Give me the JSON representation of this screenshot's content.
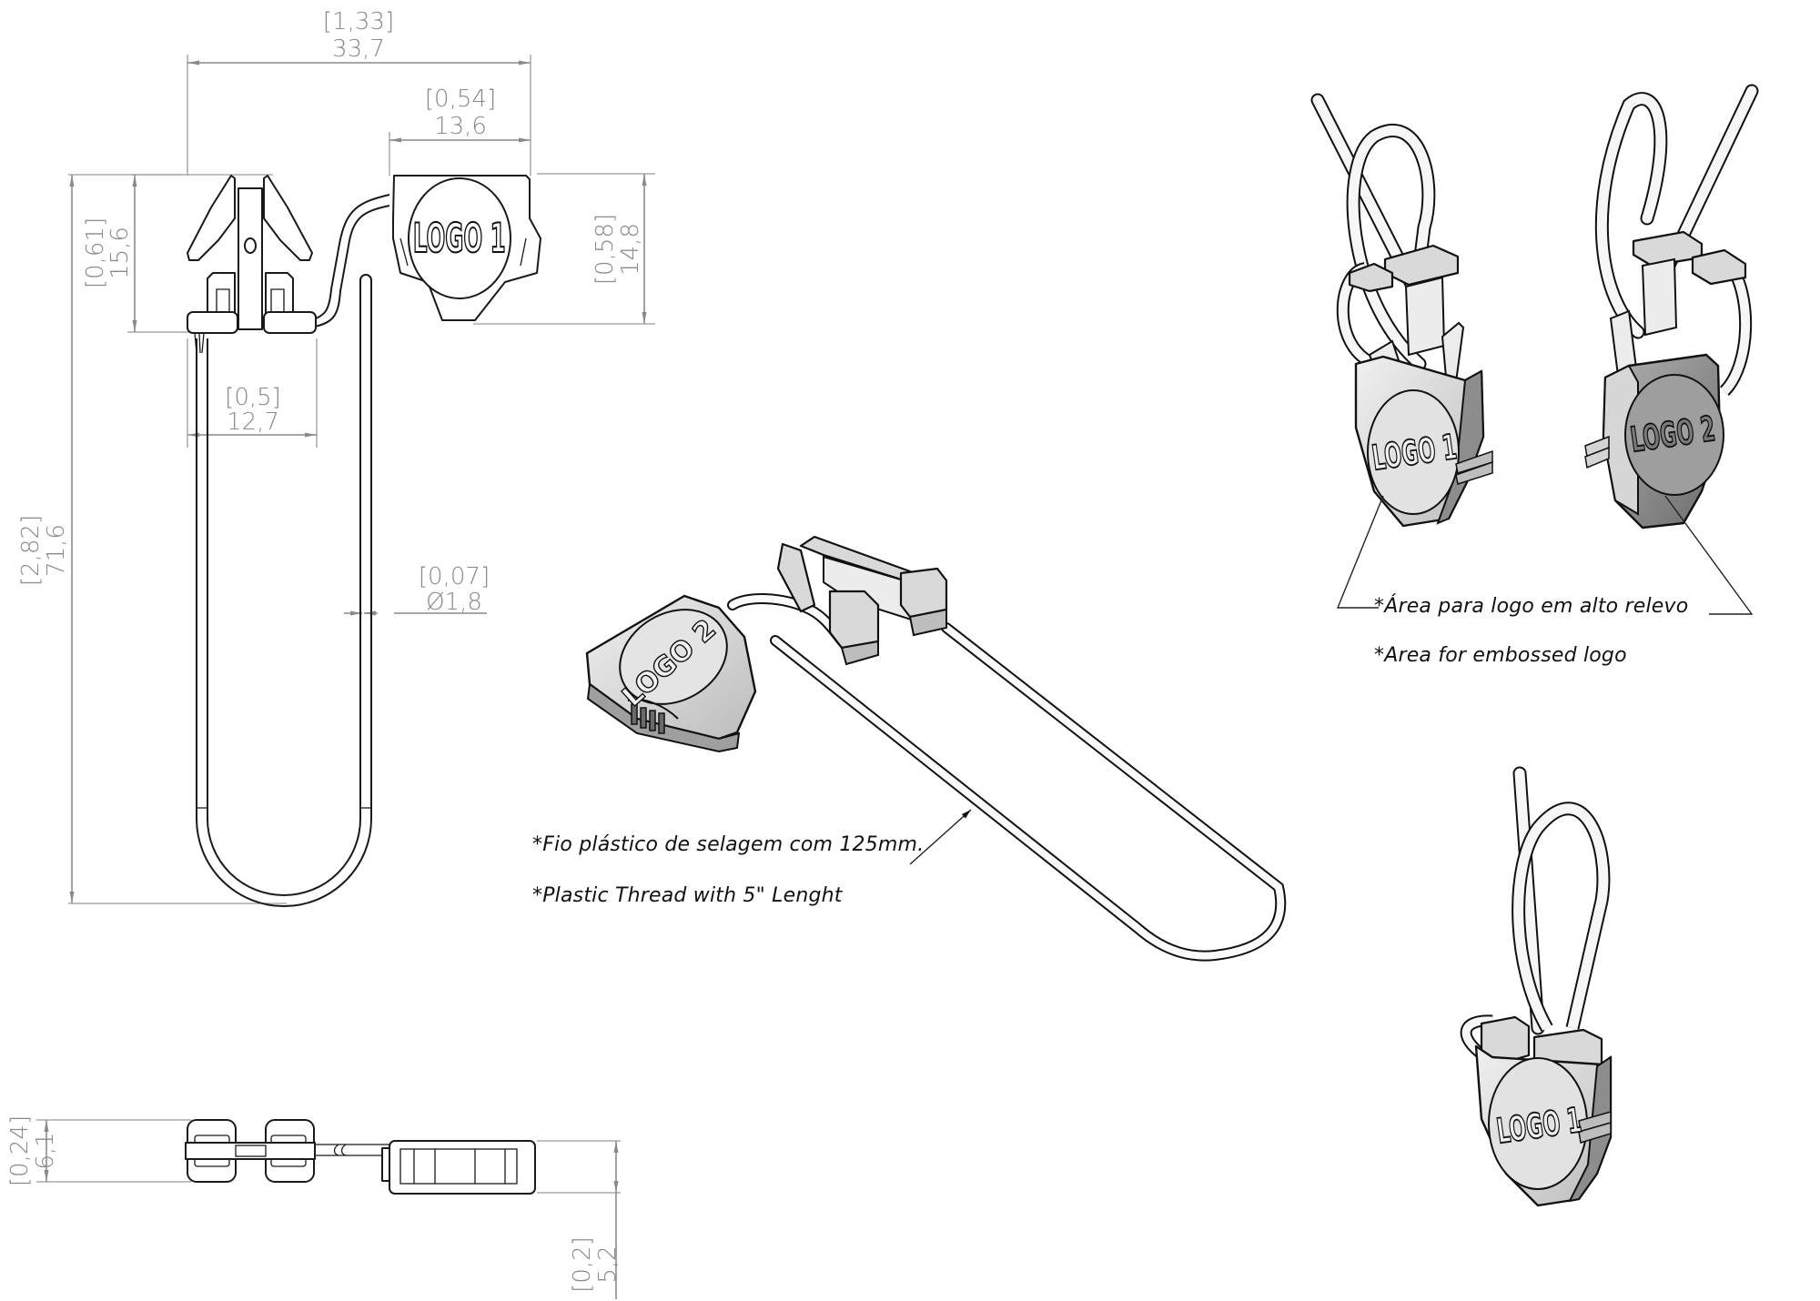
{
  "drawing": {
    "front_view": {
      "dimensions": {
        "overall_width": {
          "inch": "[1,33]",
          "mm": "33,7"
        },
        "logo_body_width": {
          "inch": "[0,54]",
          "mm": "13,6"
        },
        "clip_height": {
          "inch": "[0,61]",
          "mm": "15,6"
        },
        "logo_body_height": {
          "inch": "[0,58]",
          "mm": "14,8"
        },
        "clip_base_width": {
          "inch": "[0,5]",
          "mm": "12,7"
        },
        "overall_height": {
          "inch": "[2,82]",
          "mm": "71,6"
        },
        "wire_diameter": {
          "inch": "[0,07]",
          "mm": "Ø1,8"
        }
      },
      "logo_label": "LOGO 1"
    },
    "side_view": {
      "dimensions": {
        "clip_thickness": {
          "inch": "[0,24]",
          "mm": "6,1"
        },
        "body_thickness": {
          "inch": "[0,2]",
          "mm": "5,2"
        }
      }
    },
    "isometric_view": {
      "logo_label": "LOGO 2",
      "notes": [
        "*Fio plástico de selagem com 125mm.",
        "*Plastic Thread with 5\" Lenght"
      ]
    },
    "closed_views": {
      "left_logo_label": "LOGO 1",
      "right_logo_label": "LOGO 2",
      "bottom_logo_label": "LOGO 1",
      "notes": [
        "*Área para logo em alto relevo",
        "*Area for embossed logo"
      ]
    }
  }
}
